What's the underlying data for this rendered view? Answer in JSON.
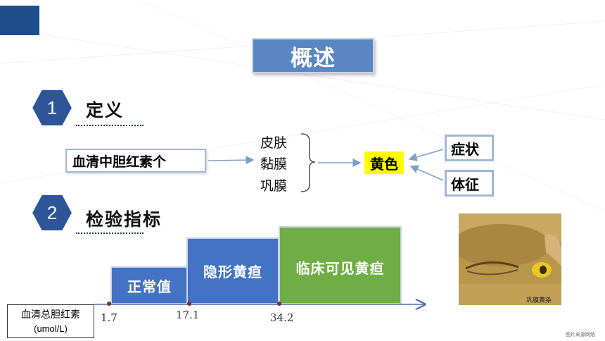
{
  "slide": {
    "title": "概述",
    "sections": [
      {
        "number": "1",
        "title": "定义"
      },
      {
        "number": "2",
        "title": "检验指标"
      }
    ],
    "definition": {
      "serum_label": "血清中胆红素个",
      "organs": [
        "皮肤",
        "黏膜",
        "巩膜"
      ],
      "result": "黄色",
      "signs": [
        "症状",
        "体征"
      ]
    },
    "indicator": {
      "steps": [
        {
          "label": "正常值",
          "color": "#4472c4"
        },
        {
          "label": "隐形黄疸",
          "color": "#4472c4"
        },
        {
          "label": "临床可见黄疸",
          "color": "#70ad47"
        }
      ],
      "ticks": [
        "1.7",
        "17.1",
        "34.2"
      ],
      "unit_box": {
        "line1": "血清总胆红素",
        "line2": "(umol/L)"
      }
    },
    "photo_caption": "巩膜黄染",
    "credit": "图片来源网络"
  }
}
